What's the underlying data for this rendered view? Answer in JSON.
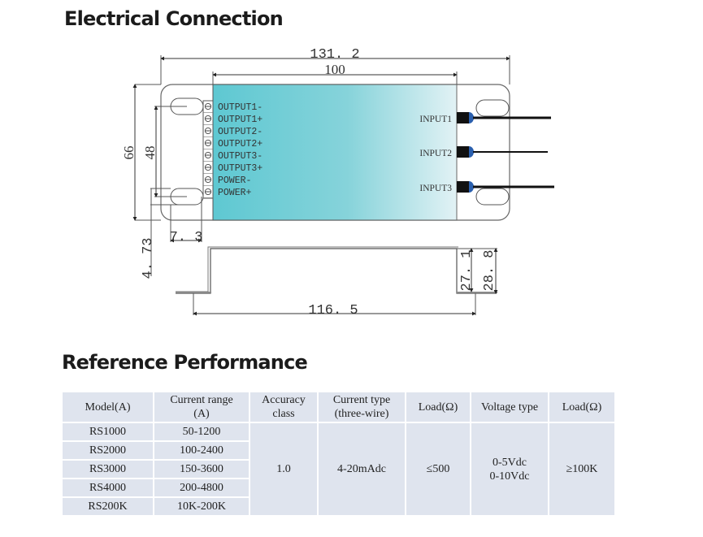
{
  "sections": {
    "electrical_connection": "Electrical Connection",
    "reference_performance": "Reference Performance"
  },
  "drawing": {
    "dimensions": {
      "overall_length": "131. 2",
      "body_length": "100",
      "overall_height": "66",
      "hole_spacing": "48",
      "hole_offset": "7. 3",
      "hole_edge": "4. 73",
      "side_length": "116. 5",
      "body_height": "27. 1",
      "total_height": "28. 8"
    },
    "terminals": [
      "OUTPUT1-",
      "OUTPUT1+",
      "OUTPUT2-",
      "OUTPUT2+",
      "OUTPUT3-",
      "OUTPUT3+",
      "POWER-",
      "POWER+"
    ],
    "inputs": [
      "INPUT1",
      "INPUT2",
      "INPUT3"
    ],
    "colors": {
      "body_gradient_start": "#5ec8d2",
      "body_gradient_end": "#dff1f4",
      "cable_tip": "#2a5fae",
      "line": "#555555"
    }
  },
  "table": {
    "headers": [
      "Model(A)",
      "Current range\n(A)",
      "Accuracy\nclass",
      "Current type\n(three-wire)",
      "Load(Ω)",
      "Voltage type",
      "Load(Ω)"
    ],
    "rows": [
      {
        "model": "RS1000",
        "range": "50-1200"
      },
      {
        "model": "RS2000",
        "range": "100-2400"
      },
      {
        "model": "RS3000",
        "range": "150-3600"
      },
      {
        "model": "RS4000",
        "range": "200-4800"
      },
      {
        "model": "RS200K",
        "range": "10K-200K"
      }
    ],
    "shared": {
      "accuracy": "1.0",
      "current_type": "4-20mAdc",
      "current_load": "≤500",
      "voltage_type": "0-5Vdc\n0-10Vdc",
      "voltage_load": "≥100K"
    },
    "colors": {
      "cell_bg": "#dfe4ee"
    }
  }
}
